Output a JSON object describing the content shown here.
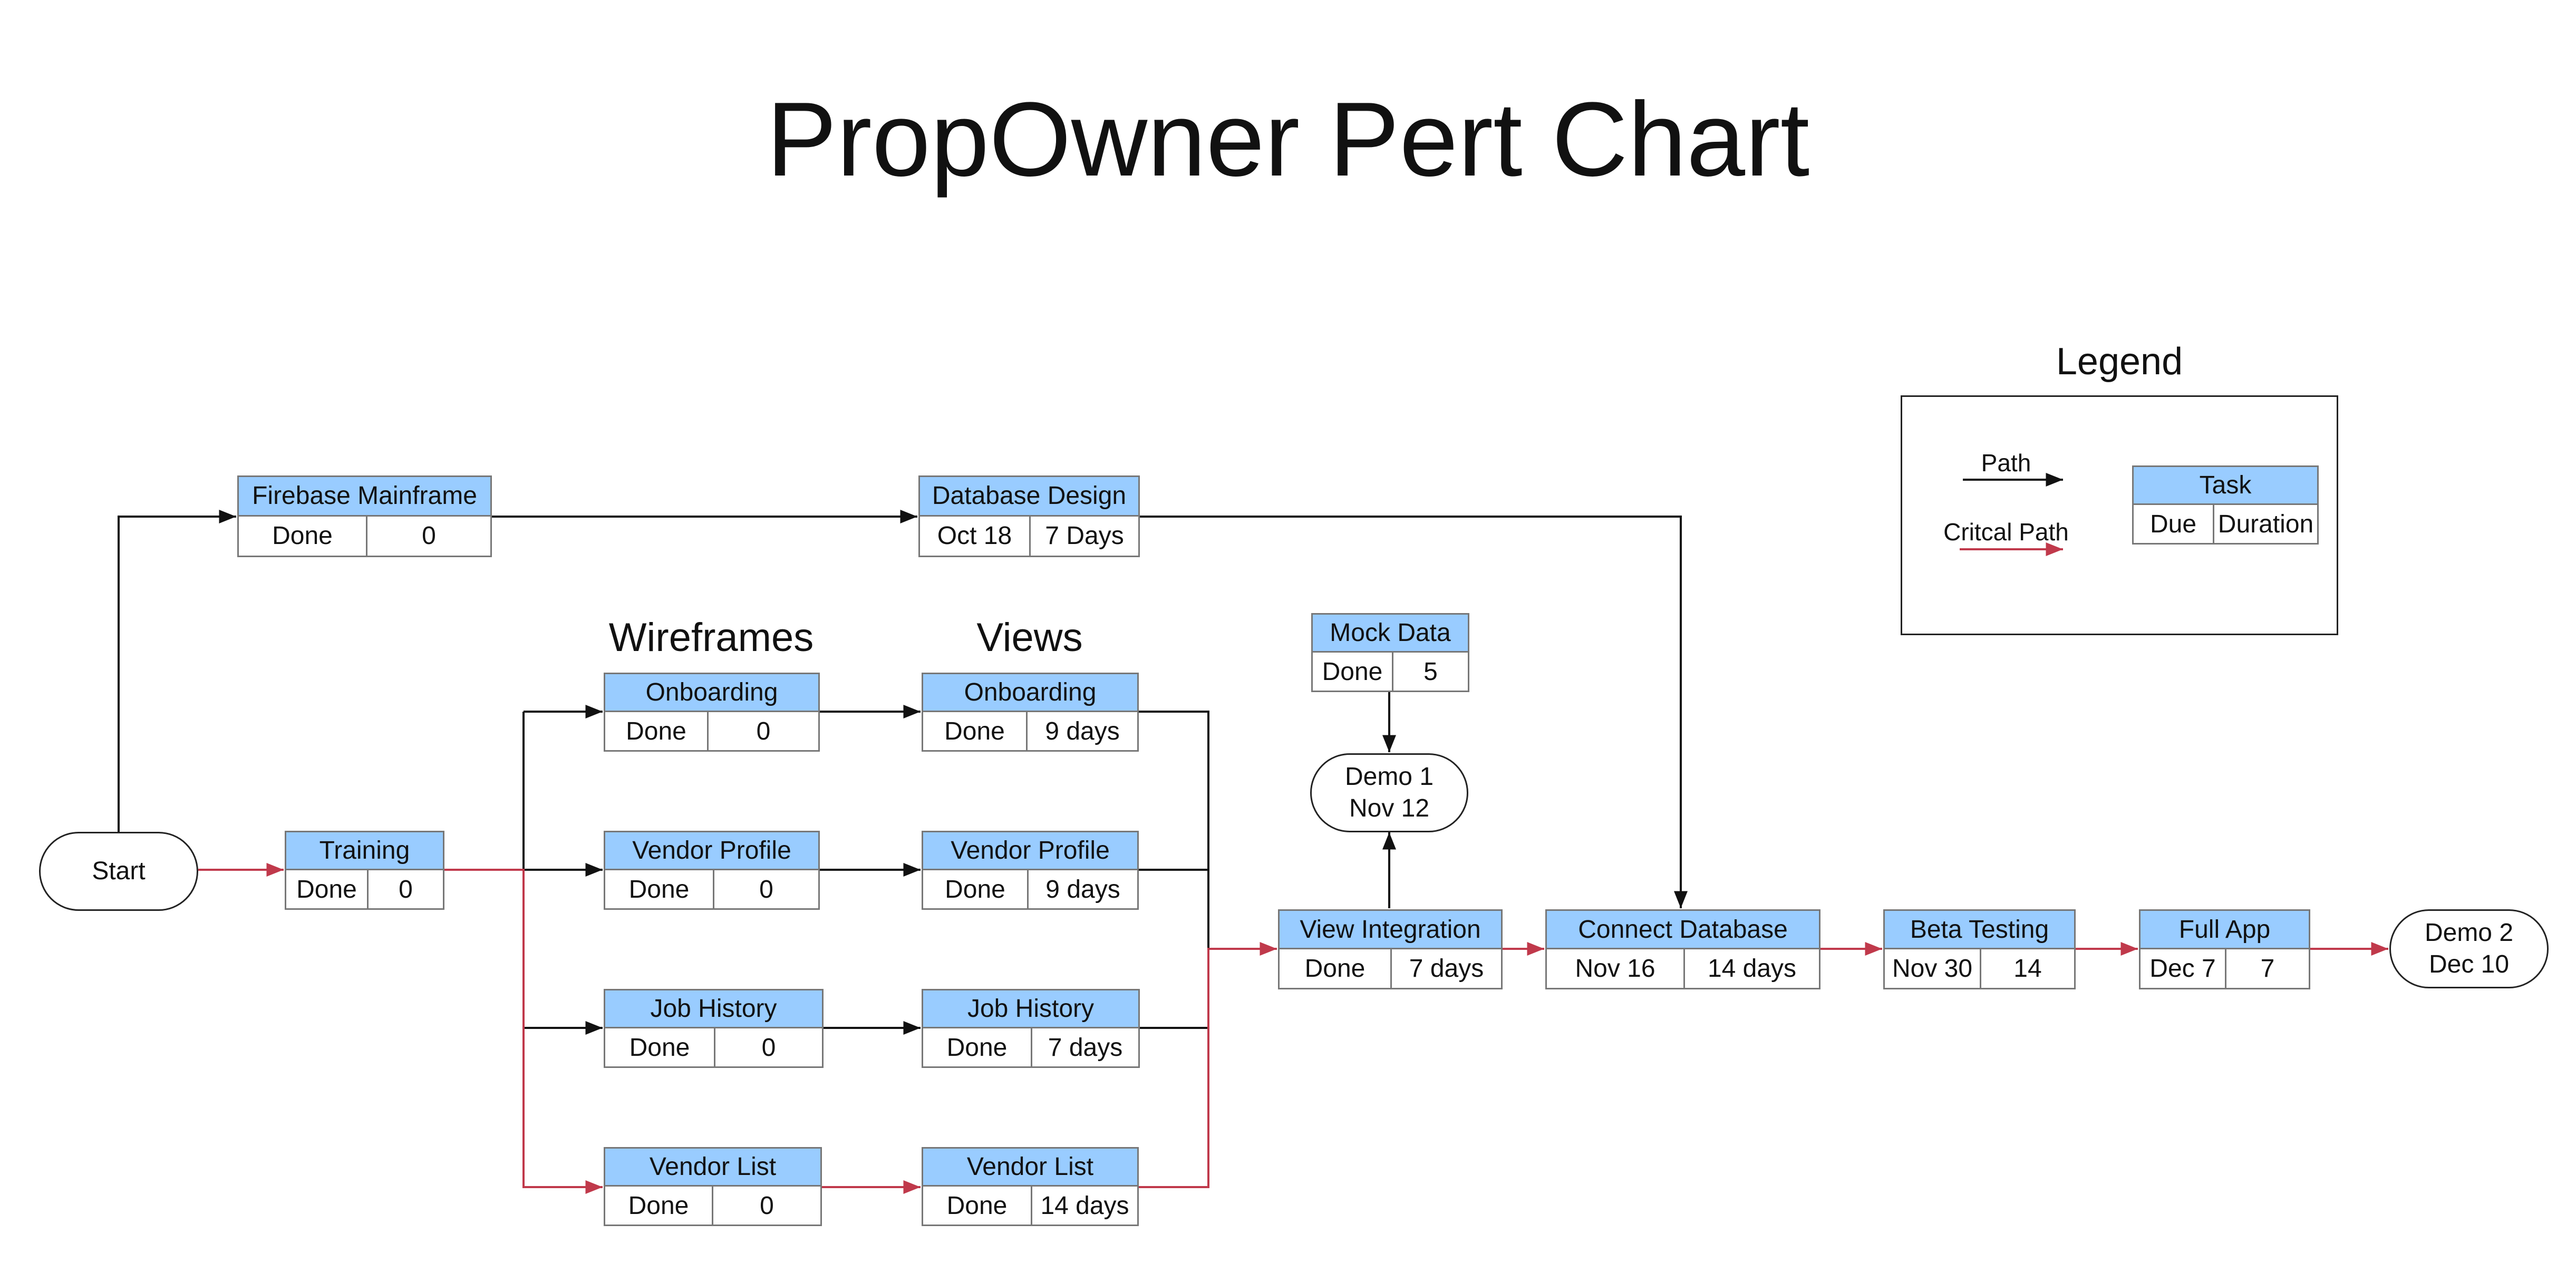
{
  "title": "PropOwner Pert Chart",
  "colors": {
    "header_fill": "#99ccff",
    "path": "#111111",
    "critical_path": "#c0394b"
  },
  "section_labels": {
    "wireframes": "Wireframes",
    "views": "Views"
  },
  "terminals": {
    "start": {
      "line1": "Start",
      "line2": ""
    },
    "demo1": {
      "line1": "Demo 1",
      "line2": "Nov 12"
    },
    "demo2": {
      "line1": "Demo 2",
      "line2": "Dec 10"
    }
  },
  "tasks": {
    "firebase_mainframe": {
      "name": "Firebase Mainframe",
      "due": "Done",
      "duration": "0"
    },
    "database_design": {
      "name": "Database Design",
      "due": "Oct 18",
      "duration": "7 Days"
    },
    "training": {
      "name": "Training",
      "due": "Done",
      "duration": "0"
    },
    "wf_onboarding": {
      "name": "Onboarding",
      "due": "Done",
      "duration": "0"
    },
    "wf_vendor_profile": {
      "name": "Vendor Profile",
      "due": "Done",
      "duration": "0"
    },
    "wf_job_history": {
      "name": "Job History",
      "due": "Done",
      "duration": "0"
    },
    "wf_vendor_list": {
      "name": "Vendor List",
      "due": "Done",
      "duration": "0"
    },
    "v_onboarding": {
      "name": "Onboarding",
      "due": "Done",
      "duration": "9 days"
    },
    "v_vendor_profile": {
      "name": "Vendor Profile",
      "due": "Done",
      "duration": "9 days"
    },
    "v_job_history": {
      "name": "Job History",
      "due": "Done",
      "duration": "7 days"
    },
    "v_vendor_list": {
      "name": "Vendor List",
      "due": "Done",
      "duration": "14 days"
    },
    "mock_data": {
      "name": "Mock Data",
      "due": "Done",
      "duration": "5"
    },
    "view_integration": {
      "name": "View Integration",
      "due": "Done",
      "duration": "7 days"
    },
    "connect_database": {
      "name": "Connect Database",
      "due": "Nov 16",
      "duration": "14 days"
    },
    "beta_testing": {
      "name": "Beta Testing",
      "due": "Nov 30",
      "duration": "14"
    },
    "full_app": {
      "name": "Full App",
      "due": "Dec 7",
      "duration": "7"
    }
  },
  "legend": {
    "title": "Legend",
    "path_label": "Path",
    "critical_label": "Critcal Path",
    "task_header": "Task",
    "task_due": "Due",
    "task_duration": "Duration"
  }
}
